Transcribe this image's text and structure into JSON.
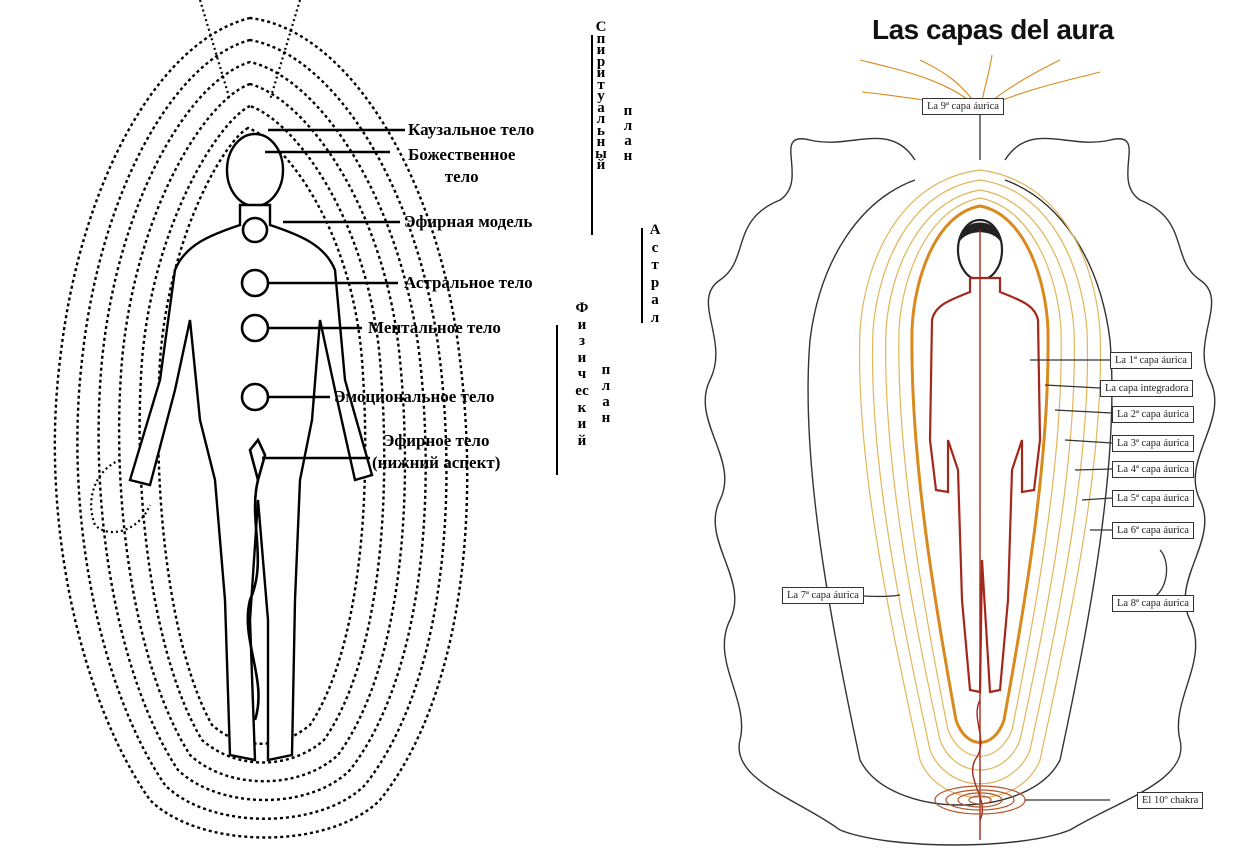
{
  "left_diagram": {
    "labels": {
      "causal": "Каузальное тело",
      "divine": "Божественное\nтело",
      "etheric_model": "Эфирная модель",
      "astral": "Астральное тело",
      "mental": "Ментальное тело",
      "emotional": "Эмоциональное тело",
      "etheric_lower": "Эфирное тело\n(нижний аспект)"
    },
    "planes": {
      "spiritual_word": "Спиритуальный",
      "plan_word_1": "план",
      "astral_word": "Астрал",
      "physical_word": "Физический",
      "plan_word_2": "план"
    },
    "colors": {
      "ink": "#000000"
    }
  },
  "right_diagram": {
    "title": "Las capas del aura",
    "layers": {
      "l9": "La 9ª capa áurica",
      "l1": "La 1ª capa áurica",
      "integradora": "La capa integradora",
      "l2": "La 2ª capa áurica",
      "l3": "La 3ª capa áurica",
      "l4": "La 4ª capa áurica",
      "l5": "La 5ª capa áurica",
      "l6": "La 6ª capa áurica",
      "l7": "La 7ª capa áurica",
      "l8": "La 8ª capa áurica",
      "chakra10": "El 10º chakra"
    },
    "colors": {
      "red": "#a4271b",
      "orange": "#d98a1e",
      "gold": "#e0b65a",
      "line": "#333333"
    }
  }
}
